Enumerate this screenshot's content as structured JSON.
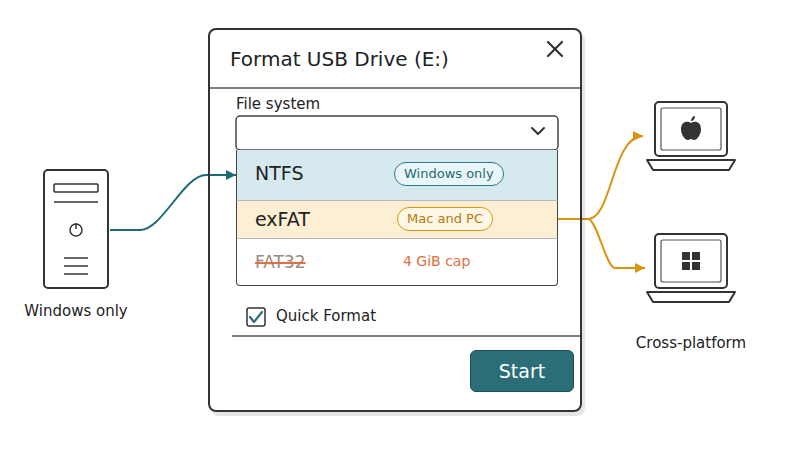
{
  "diagram": {
    "nodes": [
      {
        "text": [
          "Windows only"
        ]
      },
      {
        "text": [
          "Format USB Drive (E:)"
        ]
      },
      {
        "text": [
          "NTFS"
        ],
        "in": 1
      },
      {
        "text": [
          "Windows only"
        ],
        "in": 2
      },
      {
        "text": [
          "exFAT"
        ],
        "in": 1
      },
      {
        "text": [
          "Mac and PC"
        ],
        "in": 4
      },
      {
        "text": [
          "FAT32",
          "4 GiB cap"
        ],
        "in": 1
      },
      {
        "text": [
          "Start"
        ],
        "in": 1
      },
      {
        "text": [
          "Cross-platform"
        ]
      }
    ],
    "edges": [
      {
        "from": 0,
        "to": 2,
        "arrow": "to"
      },
      {
        "from": 4,
        "to": 8,
        "arrow": "to"
      }
    ],
    "labels": [
      "File system",
      "Quick Format"
    ]
  }
}
